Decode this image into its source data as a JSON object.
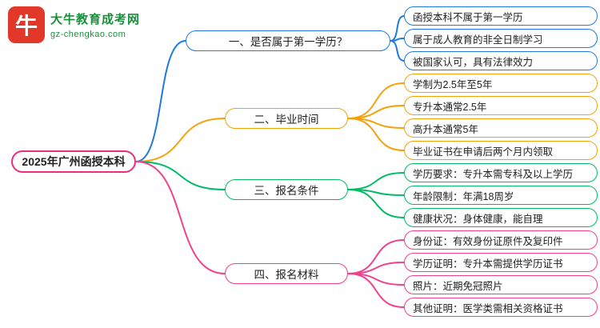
{
  "logo": {
    "title": "大牛教育成考网",
    "domain": "gz-chengkao.com",
    "icon_glyph": "牛"
  },
  "root": {
    "label": "2025年广州函授本科",
    "color": "#ee2d7f"
  },
  "branches": [
    {
      "label": "一、是否属于第一学历？",
      "color": "#1f7ae0",
      "children": [
        "函授本科不属于第一学历",
        "属于成人教育的非全日制学习",
        "被国家认可，具有法律效力"
      ]
    },
    {
      "label": "二、毕业时间",
      "color": "#f5a20a",
      "children": [
        "学制为2.5年至5年",
        "专升本通常2.5年",
        "高升本通常5年",
        "毕业证书在申请后两个月内领取"
      ]
    },
    {
      "label": "三、报名条件",
      "color": "#00bd63",
      "children": [
        "学历要求：专升本需专科及以上学历",
        "年龄限制：年满18周岁",
        "健康状况：身体健康，能自理"
      ]
    },
    {
      "label": "四、报名材料",
      "color": "#f0418c",
      "children": [
        "身份证：有效身份证原件及复印件",
        "学历证明：专升本需提供学历证书",
        "照片：近期免冠照片",
        "其他证明：医学类需相关资格证书"
      ]
    }
  ]
}
